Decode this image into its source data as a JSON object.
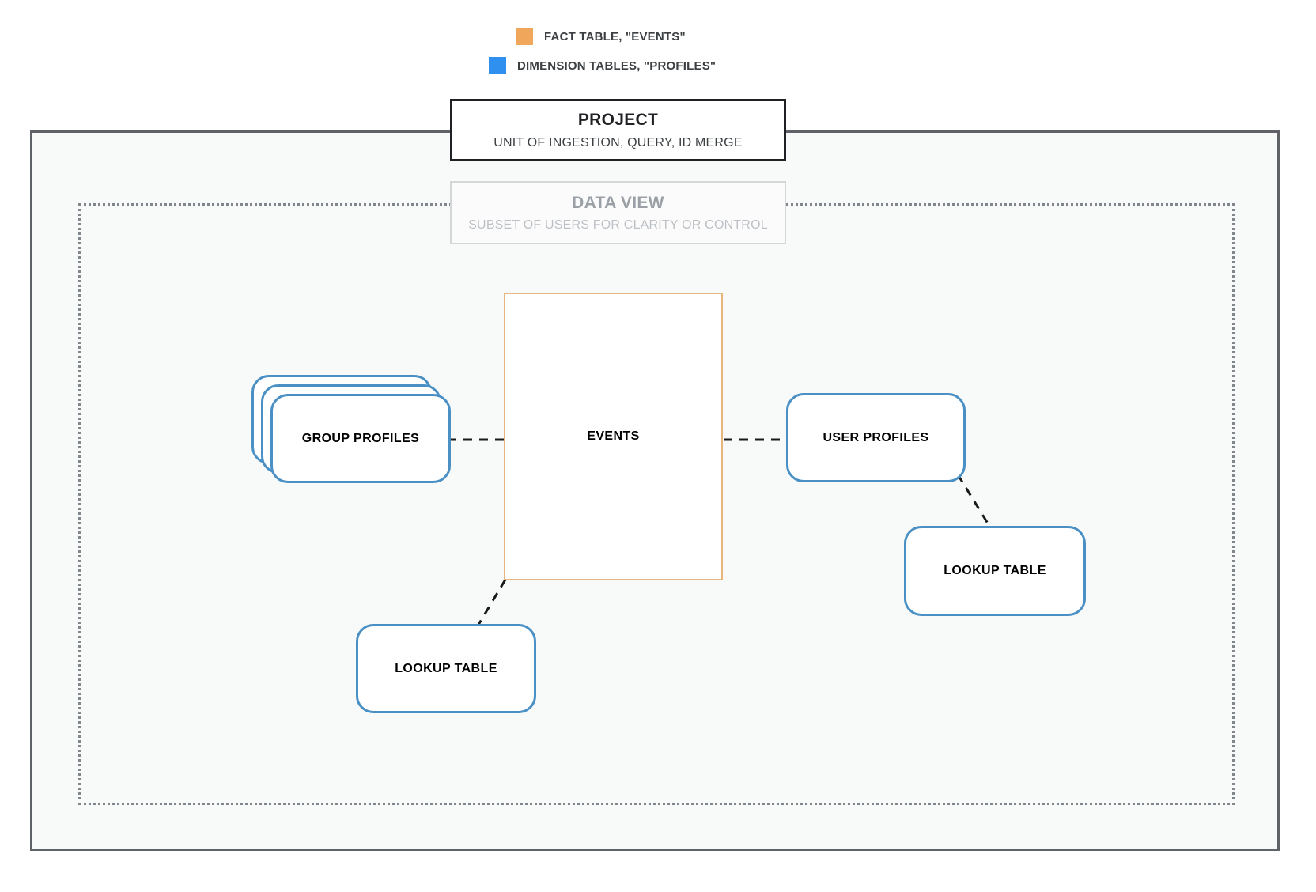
{
  "legend": {
    "items": [
      {
        "id": "fact",
        "swatch_color": "#f0a75c",
        "label": "FACT TABLE, \"EVENTS\"",
        "icon": "orange-square-swatch"
      },
      {
        "id": "dimension",
        "swatch_color": "#2f90ef",
        "label": "DIMENSION TABLES, \"PROFILES\"",
        "icon": "blue-square-swatch"
      }
    ]
  },
  "project": {
    "title": "PROJECT",
    "subtitle": "UNIT OF INGESTION, QUERY, ID MERGE",
    "border_color": "#202124",
    "fill_color": "#f8f9f9"
  },
  "data_view": {
    "title": "DATA VIEW",
    "subtitle": "SUBSET OF USERS FOR CLARITY OR CONTROL",
    "border_color": "#d4d6d8",
    "text_color": "#9aa0a6"
  },
  "nodes": {
    "events": {
      "label": "EVENTS",
      "type": "fact-table",
      "border_color": "#e7b57e"
    },
    "group_profiles": {
      "label": "GROUP PROFILES",
      "type": "dimension-table-stack",
      "stack_count": 3,
      "border_color": "#4a90c4"
    },
    "user_profiles": {
      "label": "USER PROFILES",
      "type": "dimension-table",
      "border_color": "#4a90c4"
    },
    "lookup_table_left": {
      "label": "LOOKUP TABLE",
      "type": "dimension-table",
      "border_color": "#4a90c4"
    },
    "lookup_table_right": {
      "label": "LOOKUP TABLE",
      "type": "dimension-table",
      "border_color": "#4a90c4"
    }
  },
  "connectors": [
    {
      "id": "group-to-events",
      "from": "group_profiles",
      "to": "events",
      "style": "dashed",
      "color": "#1a1a1a"
    },
    {
      "id": "events-to-user",
      "from": "events",
      "to": "user_profiles",
      "style": "dashed",
      "color": "#1a1a1a"
    },
    {
      "id": "user-to-lookup-right",
      "from": "user_profiles",
      "to": "lookup_table_right",
      "style": "dashed",
      "color": "#1a1a1a"
    },
    {
      "id": "events-to-lookup-left",
      "from": "events",
      "to": "lookup_table_left",
      "style": "dashed",
      "color": "#1a1a1a"
    }
  ]
}
